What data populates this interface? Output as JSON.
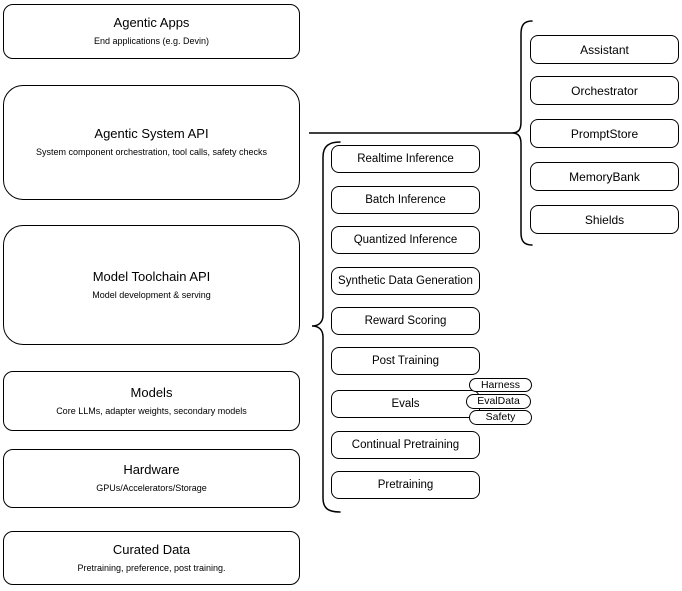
{
  "diagram": {
    "left_stack": [
      {
        "title": "Agentic Apps",
        "subtitle": "End applications (e.g. Devin)"
      },
      {
        "title": "Agentic System API",
        "subtitle": "System component orchestration, tool calls, safety checks"
      },
      {
        "title": "Model Toolchain API",
        "subtitle": "Model development & serving"
      },
      {
        "title": "Models",
        "subtitle": "Core LLMs, adapter weights, secondary models"
      },
      {
        "title": "Hardware",
        "subtitle": "GPUs/Accelerators/Storage"
      },
      {
        "title": "Curated Data",
        "subtitle": "Pretraining, preference, post training."
      }
    ],
    "toolchain_components": [
      "Realtime Inference",
      "Batch Inference",
      "Quantized Inference",
      "Synthetic Data Generation",
      "Reward Scoring",
      "Post Training",
      "Evals",
      "Continual Pretraining",
      "Pretraining"
    ],
    "eval_tags": [
      "Harness",
      "EvalData",
      "Safety"
    ],
    "system_components": [
      "Assistant",
      "Orchestrator",
      "PromptStore",
      "MemoryBank",
      "Shields"
    ],
    "colors": {
      "stroke": "#000000",
      "node_fill": "#ffffff",
      "text": "#000000",
      "background": "#ffffff"
    }
  }
}
